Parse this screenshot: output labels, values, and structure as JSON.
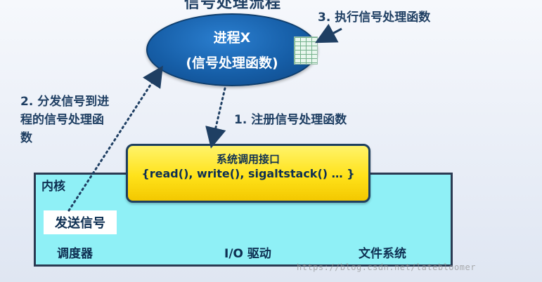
{
  "title_partial": "信号处理流程",
  "process": {
    "line1": "进程X",
    "line2": "(信号处理函数)"
  },
  "labels": {
    "step3": "3. 执行信号处理函数",
    "step2_line1": "2. 分发信号到进",
    "step2_line2": "程的信号处理函",
    "step2_line3": "数",
    "step1": "1. 注册信号处理函数"
  },
  "syscall": {
    "title": "系统调用接口",
    "functions": "{read(), write(), sigaltstack() … }"
  },
  "kernel": {
    "label": "内核",
    "send_signal": "发送信号",
    "scheduler": "调度器",
    "io_driver": "I/O 驱动",
    "filesystem": "文件系统"
  },
  "watermark": "https://blog.csdn.net/latebloomer",
  "colors": {
    "text_dark_blue": "#1f3f63",
    "process_blue": "#165ea7",
    "syscall_yellow": "#ffe21a",
    "kernel_cyan": "#8ff0f6"
  },
  "icons": {
    "process_badge": "brick-wall-icon"
  }
}
